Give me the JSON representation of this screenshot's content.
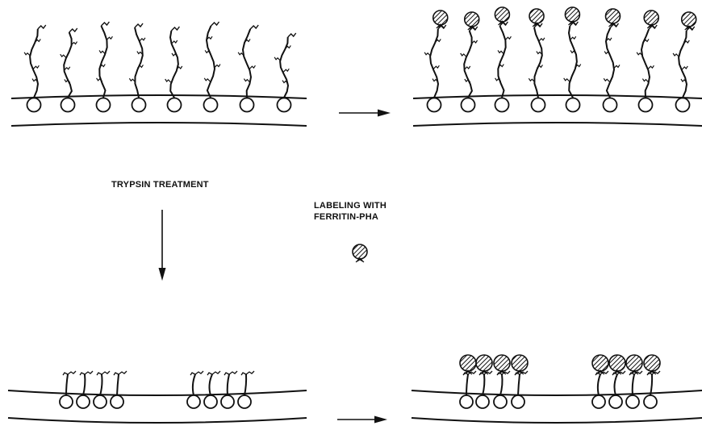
{
  "labels": {
    "trypsin": "TRYPSIN TREATMENT",
    "labeling_line1": "LABELING WITH",
    "labeling_line2": "FERRITIN-PHA"
  },
  "colors": {
    "ink": "#111111",
    "paper": "#ffffff"
  },
  "panels": {
    "top_left": {
      "state": "untreated",
      "labeled": false,
      "receptors": 8
    },
    "top_right": {
      "state": "untreated",
      "labeled": true,
      "receptors": 8
    },
    "bottom_left": {
      "state": "trypsin-treated",
      "labeled": false,
      "clusters": [
        4,
        4
      ]
    },
    "bottom_right": {
      "state": "trypsin-treated",
      "labeled": true,
      "clusters": [
        4,
        4
      ]
    }
  },
  "icons": [
    "arrow-right-icon",
    "arrow-down-icon",
    "ferritin-pha-icon"
  ]
}
